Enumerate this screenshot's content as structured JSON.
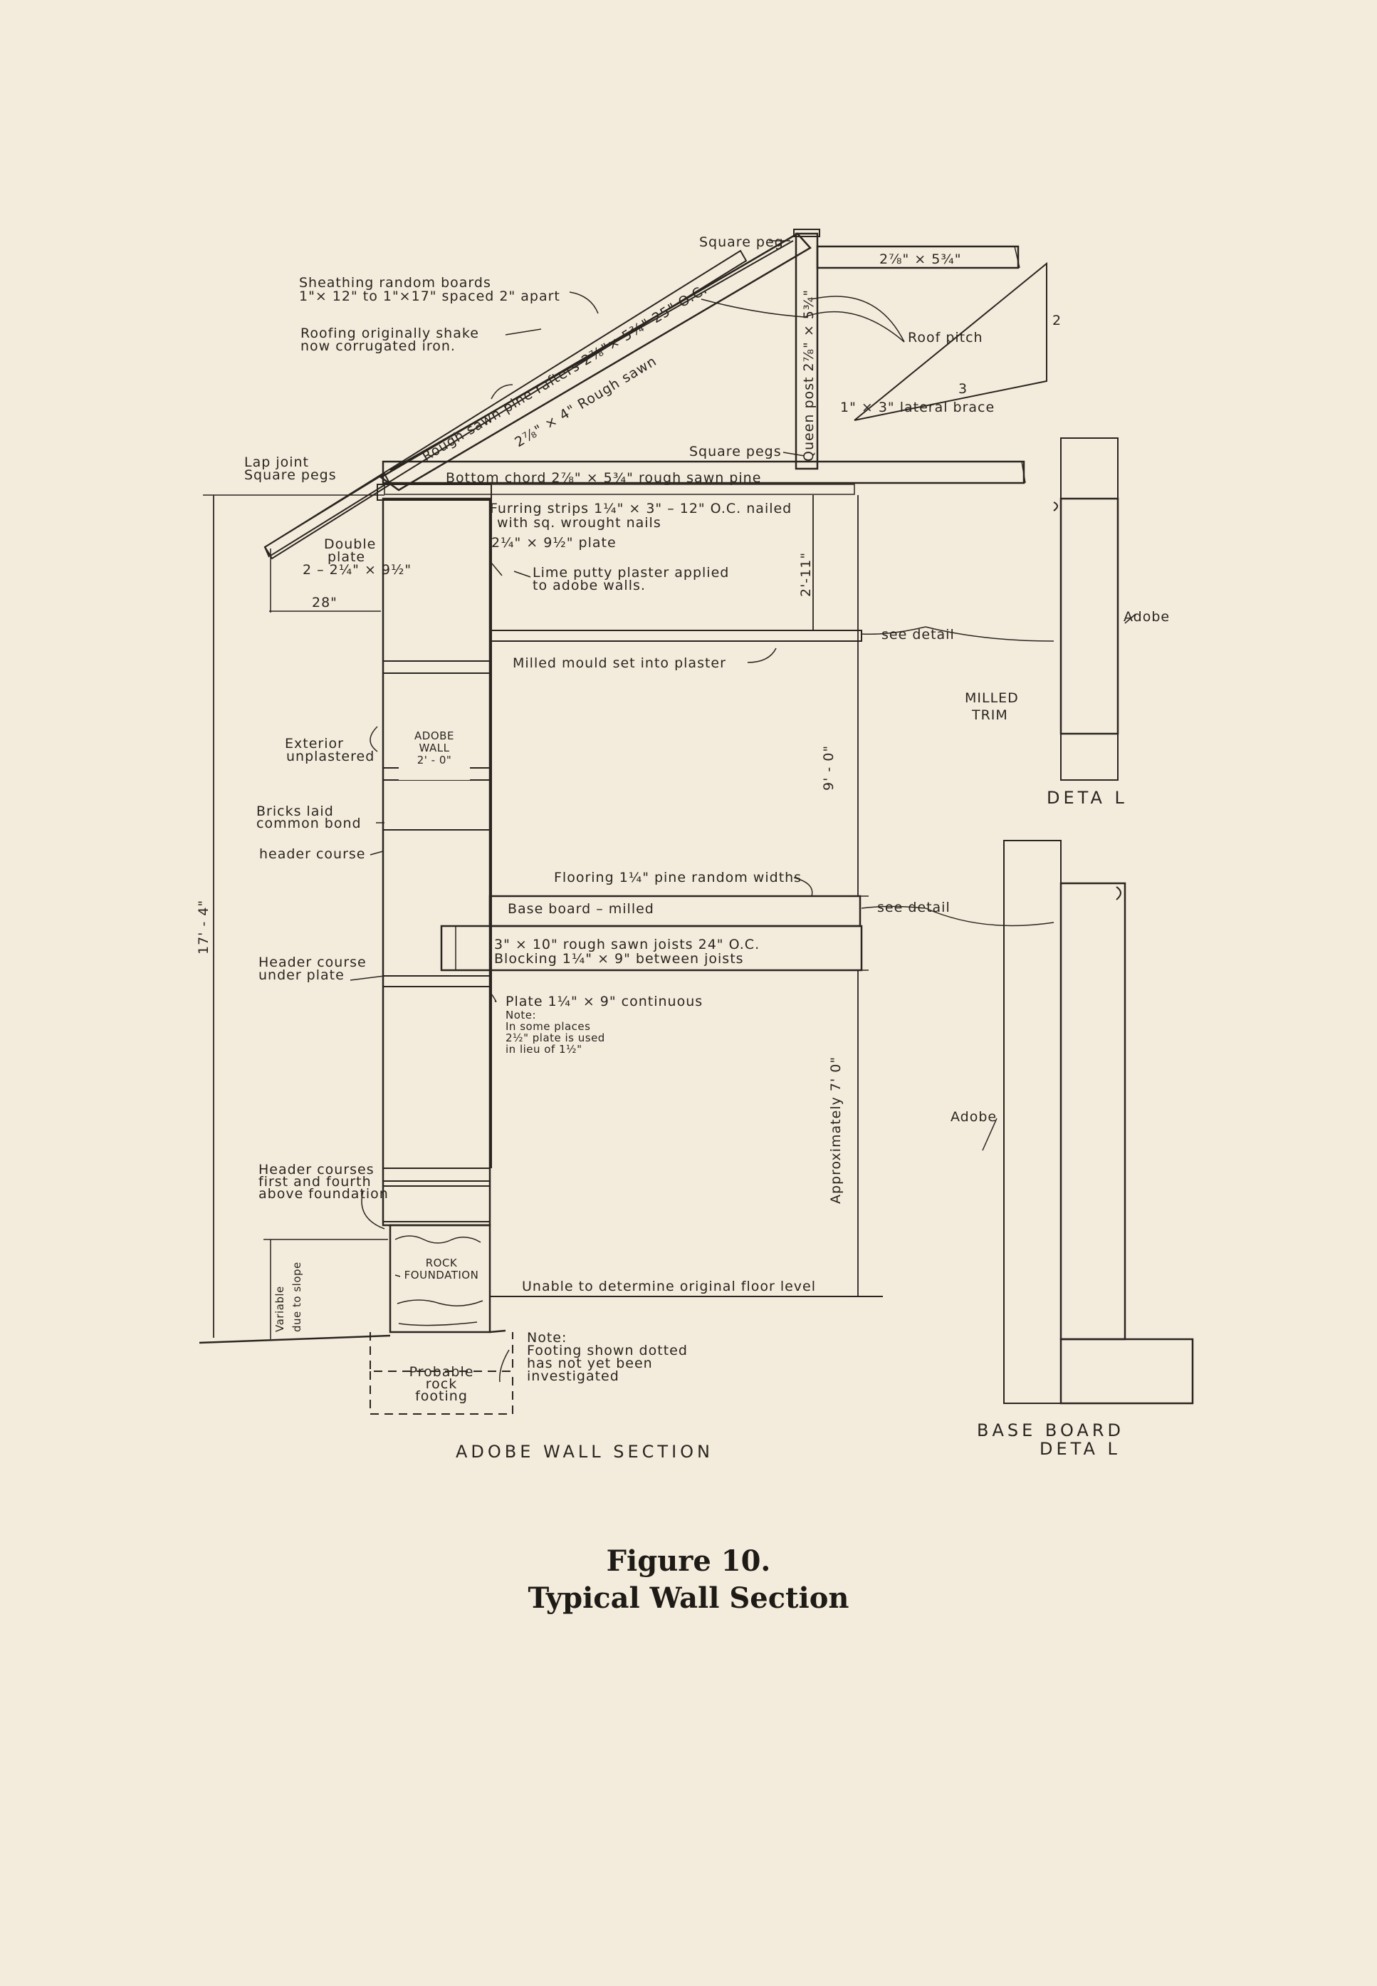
{
  "figure": {
    "number": "Figure 10.",
    "caption": "Typical Wall Section"
  },
  "titles": {
    "main_section": "ADOBE WALL SECTION",
    "base_board_detail_1": "BASE BOARD",
    "base_board_detail_2": "DETA L",
    "milled_trim_1": "MILLED",
    "milled_trim_2": "TRIM",
    "milled_trim_detail": "DETA L"
  },
  "roof": {
    "square_peg_top": "Square peg",
    "sheathing_1": "Sheathing random boards",
    "sheathing_2": "1\"× 12\" to 1\"×17\" spaced 2\" apart",
    "roofing_1": "Roofing originally shake",
    "roofing_2": "now corrugated iron.",
    "rafters": "Rough sawn pine rafters 2⅞\"× 5¾\" 25\" O.C.",
    "rafter_underside": "2⅞\" × 4\" Rough sawn",
    "top_member": "2⅞\" × 5¾\"",
    "queen_post": "Queen post 2⅞\" × 5¾\"",
    "roof_pitch": "Roof pitch",
    "pitch_rise": "2",
    "pitch_run": "3",
    "lateral_brace": "1\" × 3\" lateral brace",
    "square_pegs": "Square pegs",
    "lap_joint_1": "Lap joint",
    "lap_joint_2": "Square pegs",
    "bottom_chord": "Bottom chord 2⅞\" × 5¾\" rough sawn pine"
  },
  "wall": {
    "furring_1": "Furring strips 1¼\" × 3\" – 12\" O.C. nailed",
    "furring_2": "with sq. wrought nails",
    "plate_top": "2¼\" × 9½\" plate",
    "double_plate_1": "Double",
    "double_plate_2": "plate",
    "double_plate_3": "2 – 2¼\" × 9½\"",
    "eave_overhang": "28\"",
    "lime_plaster_1": "Lime putty plaster applied",
    "lime_plaster_2": "to adobe walls.",
    "dim_2_11": "2'-11\"",
    "see_detail_upper": "see detail",
    "milled_mould": "Milled mould set into plaster",
    "exterior_1": "Exterior",
    "exterior_2": "unplastered",
    "adobe_wall_1": "ADOBE",
    "adobe_wall_2": "WALL",
    "adobe_wall_3": "2' - 0\"",
    "bricks_1": "Bricks laid",
    "bricks_2": "common bond",
    "header_course": "header course",
    "dim_9_0": "9' - 0\"",
    "total_height": "17' - 4\"",
    "flooring": "Flooring 1¼\" pine random widths",
    "base_board": "Base board – milled",
    "see_detail_lower": "see detail",
    "joists_1": "3\" × 10\" rough sawn joists 24\" O.C.",
    "joists_2": "Blocking 1¼\" × 9\" between joists",
    "header_under_plate_1": "Header course",
    "header_under_plate_2": "under plate",
    "plate_cont_1": "Plate 1¼\" × 9\" continuous",
    "plate_cont_2": "Note:",
    "plate_cont_3": "In some places",
    "plate_cont_4": "2½\" plate is used",
    "plate_cont_5": "in lieu of 1½\"",
    "dim_7_0": "Approximately 7' 0\"",
    "header_courses_1": "Header courses",
    "header_courses_2": "first and fourth",
    "header_courses_3": "above foundation",
    "rock_foundation_1": "ROCK",
    "rock_foundation_2": "FOUNDATION",
    "floor_level": "Unable to determine original floor level",
    "variable_1": "Variable",
    "variable_2": "due to slope",
    "footing_1": "Probable",
    "footing_2": "rock",
    "footing_3": "footing",
    "footing_note_1": "Note:",
    "footing_note_2": "Footing shown dotted",
    "footing_note_3": "has not yet been",
    "footing_note_4": "investigated"
  },
  "details": {
    "adobe_upper": "Adobe",
    "adobe_lower": "Adobe"
  }
}
